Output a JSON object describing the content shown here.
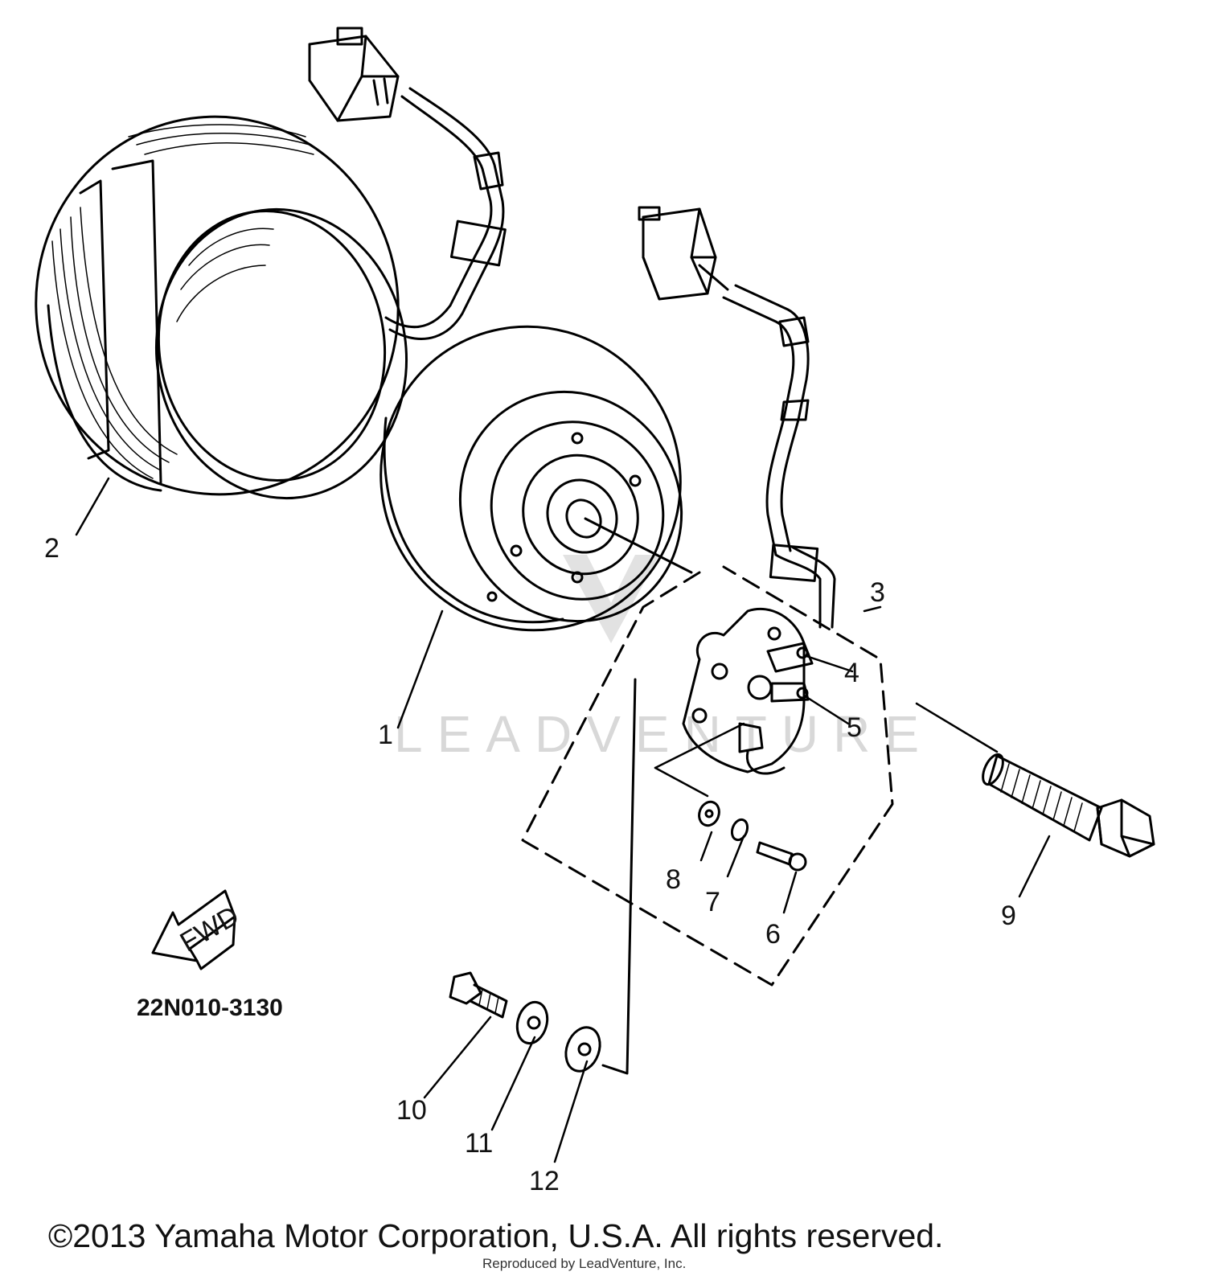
{
  "diagram": {
    "part_labels": {
      "p1": "1",
      "p2": "2",
      "p3": "3",
      "p4": "4",
      "p5": "5",
      "p6": "6",
      "p7": "7",
      "p8": "8",
      "p9": "9",
      "p10": "10",
      "p11": "11",
      "p12": "12"
    },
    "front_arrow_text": "FWD",
    "diagram_code": "22N010-3130",
    "watermark": "LEADVENTURE"
  },
  "footer": {
    "copyright": "©2013 Yamaha Motor Corporation, U.S.A. All rights reserved.",
    "credit": "Reproduced by LeadVenture, Inc."
  }
}
